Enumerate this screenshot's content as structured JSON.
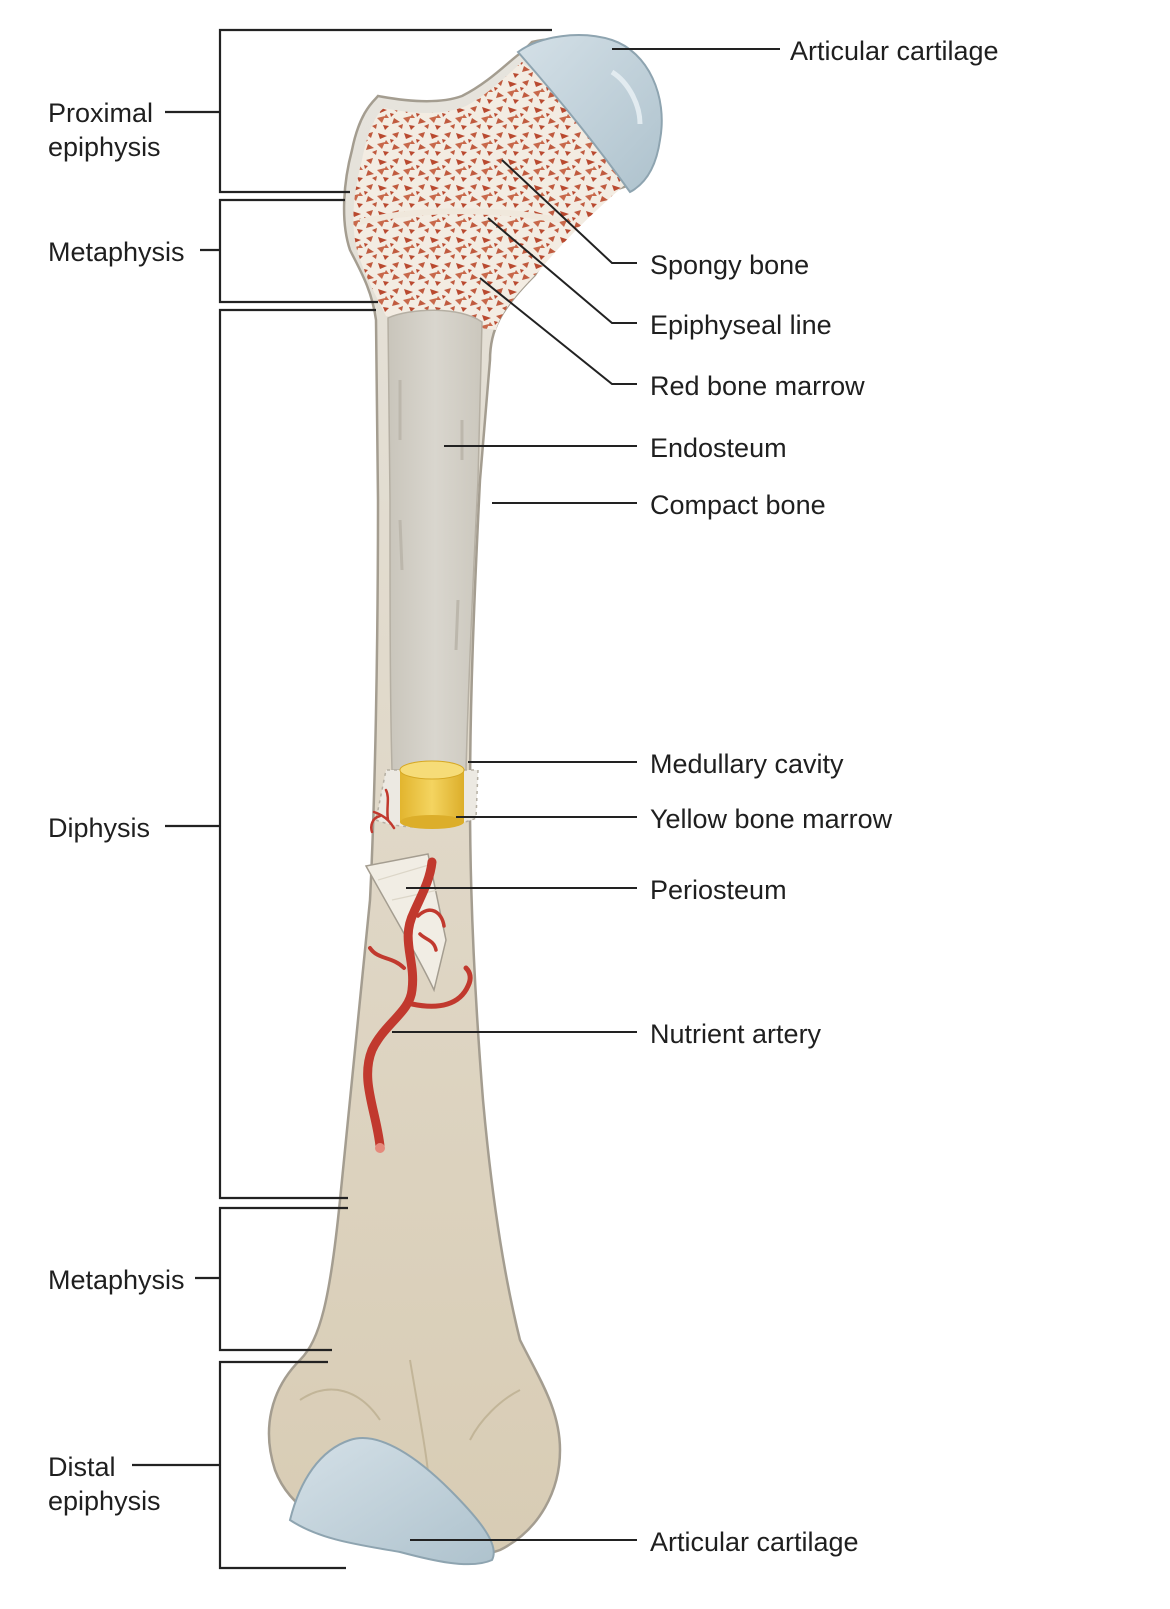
{
  "colors": {
    "bone_outline": "#a49d90",
    "compact_bone": "#e3e0d9",
    "cavity": "#d4d0c6",
    "shaft_lower": "#d9cdb6",
    "spongy_bone": "#c05a3e",
    "cartilage": "#c4d4dc",
    "yellow_marrow": "#edc640",
    "artery": "#c1392e",
    "periosteum": "#eeeae0"
  },
  "left_labels": {
    "proximal_epiphysis": [
      "Proximal",
      "epiphysis"
    ],
    "metaphysis_upper": "Metaphysis",
    "diphysis": "Diphysis",
    "metaphysis_lower": "Metaphysis",
    "distal_epiphysis": [
      "Distal",
      "epiphysis"
    ]
  },
  "right_labels": {
    "articular_cartilage_top": "Articular cartilage",
    "spongy_bone": "Spongy bone",
    "epiphyseal_line": "Epiphyseal line",
    "red_bone_marrow": "Red bone marrow",
    "endosteum": "Endosteum",
    "compact_bone": "Compact bone",
    "medullary_cavity": "Medullary cavity",
    "yellow_bone_marrow": "Yellow bone marrow",
    "periosteum": "Periosteum",
    "nutrient_artery": "Nutrient artery",
    "articular_cartilage_bottom": "Articular cartilage"
  }
}
